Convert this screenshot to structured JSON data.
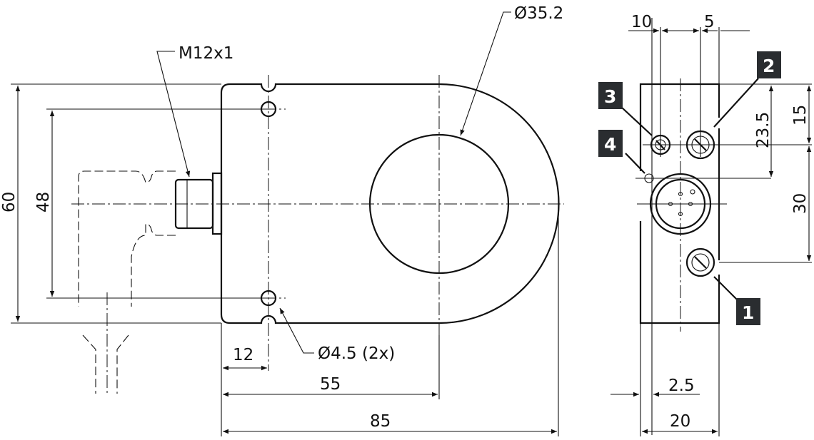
{
  "dimensions": {
    "bore_diameter": "Ø35.2",
    "thread": "M12x1",
    "height_total": "60",
    "hole_spacing": "48",
    "hole_offset": "12",
    "center_offset": "55",
    "length_total": "85",
    "hole_diameter": "Ø4.5 (2x)",
    "side_10": "10",
    "side_5": "5",
    "side_23_5": "23.5",
    "side_15": "15",
    "side_30": "30",
    "side_2_5": "2.5",
    "side_20": "20"
  },
  "callouts": [
    "1",
    "2",
    "3",
    "4"
  ],
  "colors": {
    "line": "#111111",
    "callout_bg": "#2a2d30"
  }
}
